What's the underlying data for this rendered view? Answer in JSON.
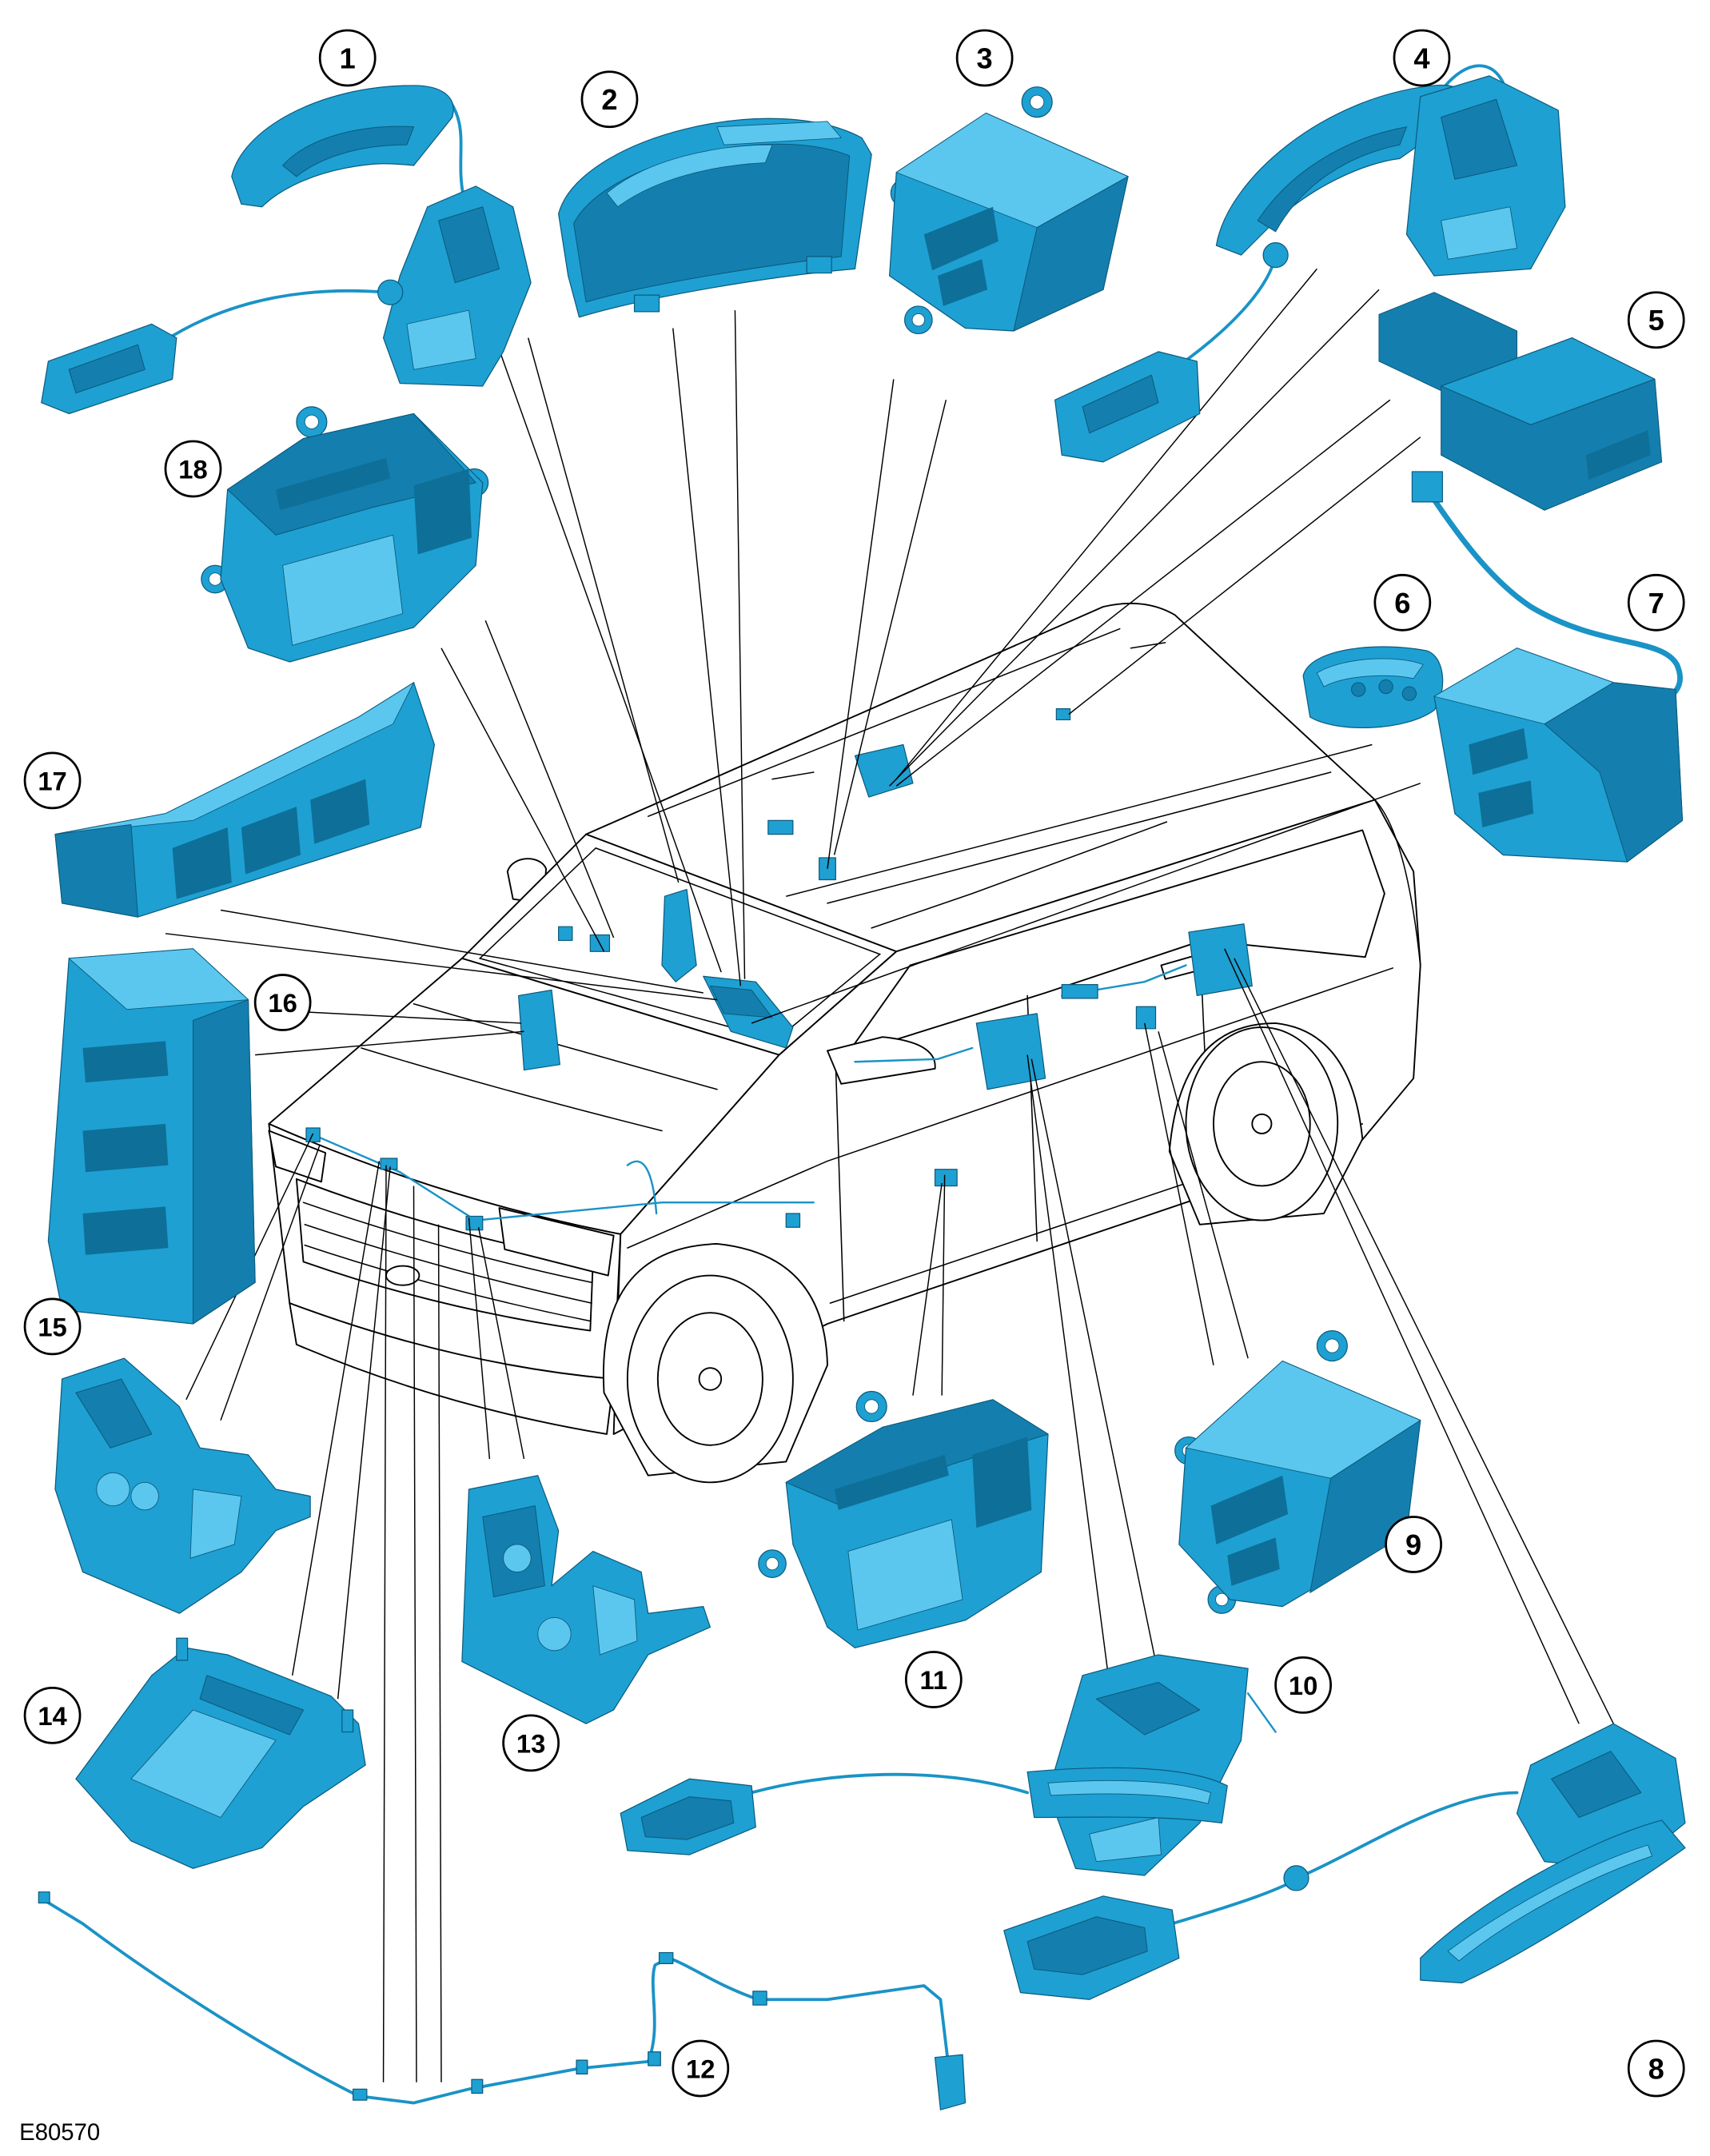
{
  "figure_reference": "E80570",
  "callouts": [
    {
      "label": "1"
    },
    {
      "label": "2"
    },
    {
      "label": "3"
    },
    {
      "label": "4"
    },
    {
      "label": "5"
    },
    {
      "label": "6"
    },
    {
      "label": "7"
    },
    {
      "label": "8"
    },
    {
      "label": "9"
    },
    {
      "label": "10"
    },
    {
      "label": "11"
    },
    {
      "label": "12"
    },
    {
      "label": "13"
    },
    {
      "label": "14"
    },
    {
      "label": "15"
    },
    {
      "label": "16"
    },
    {
      "label": "17"
    },
    {
      "label": "18"
    }
  ],
  "colors": {
    "component": "#1ea0d2",
    "component_dark": "#147fae",
    "component_highlight": "#5cc7ee",
    "outline": "#000000",
    "background": "#ffffff"
  }
}
